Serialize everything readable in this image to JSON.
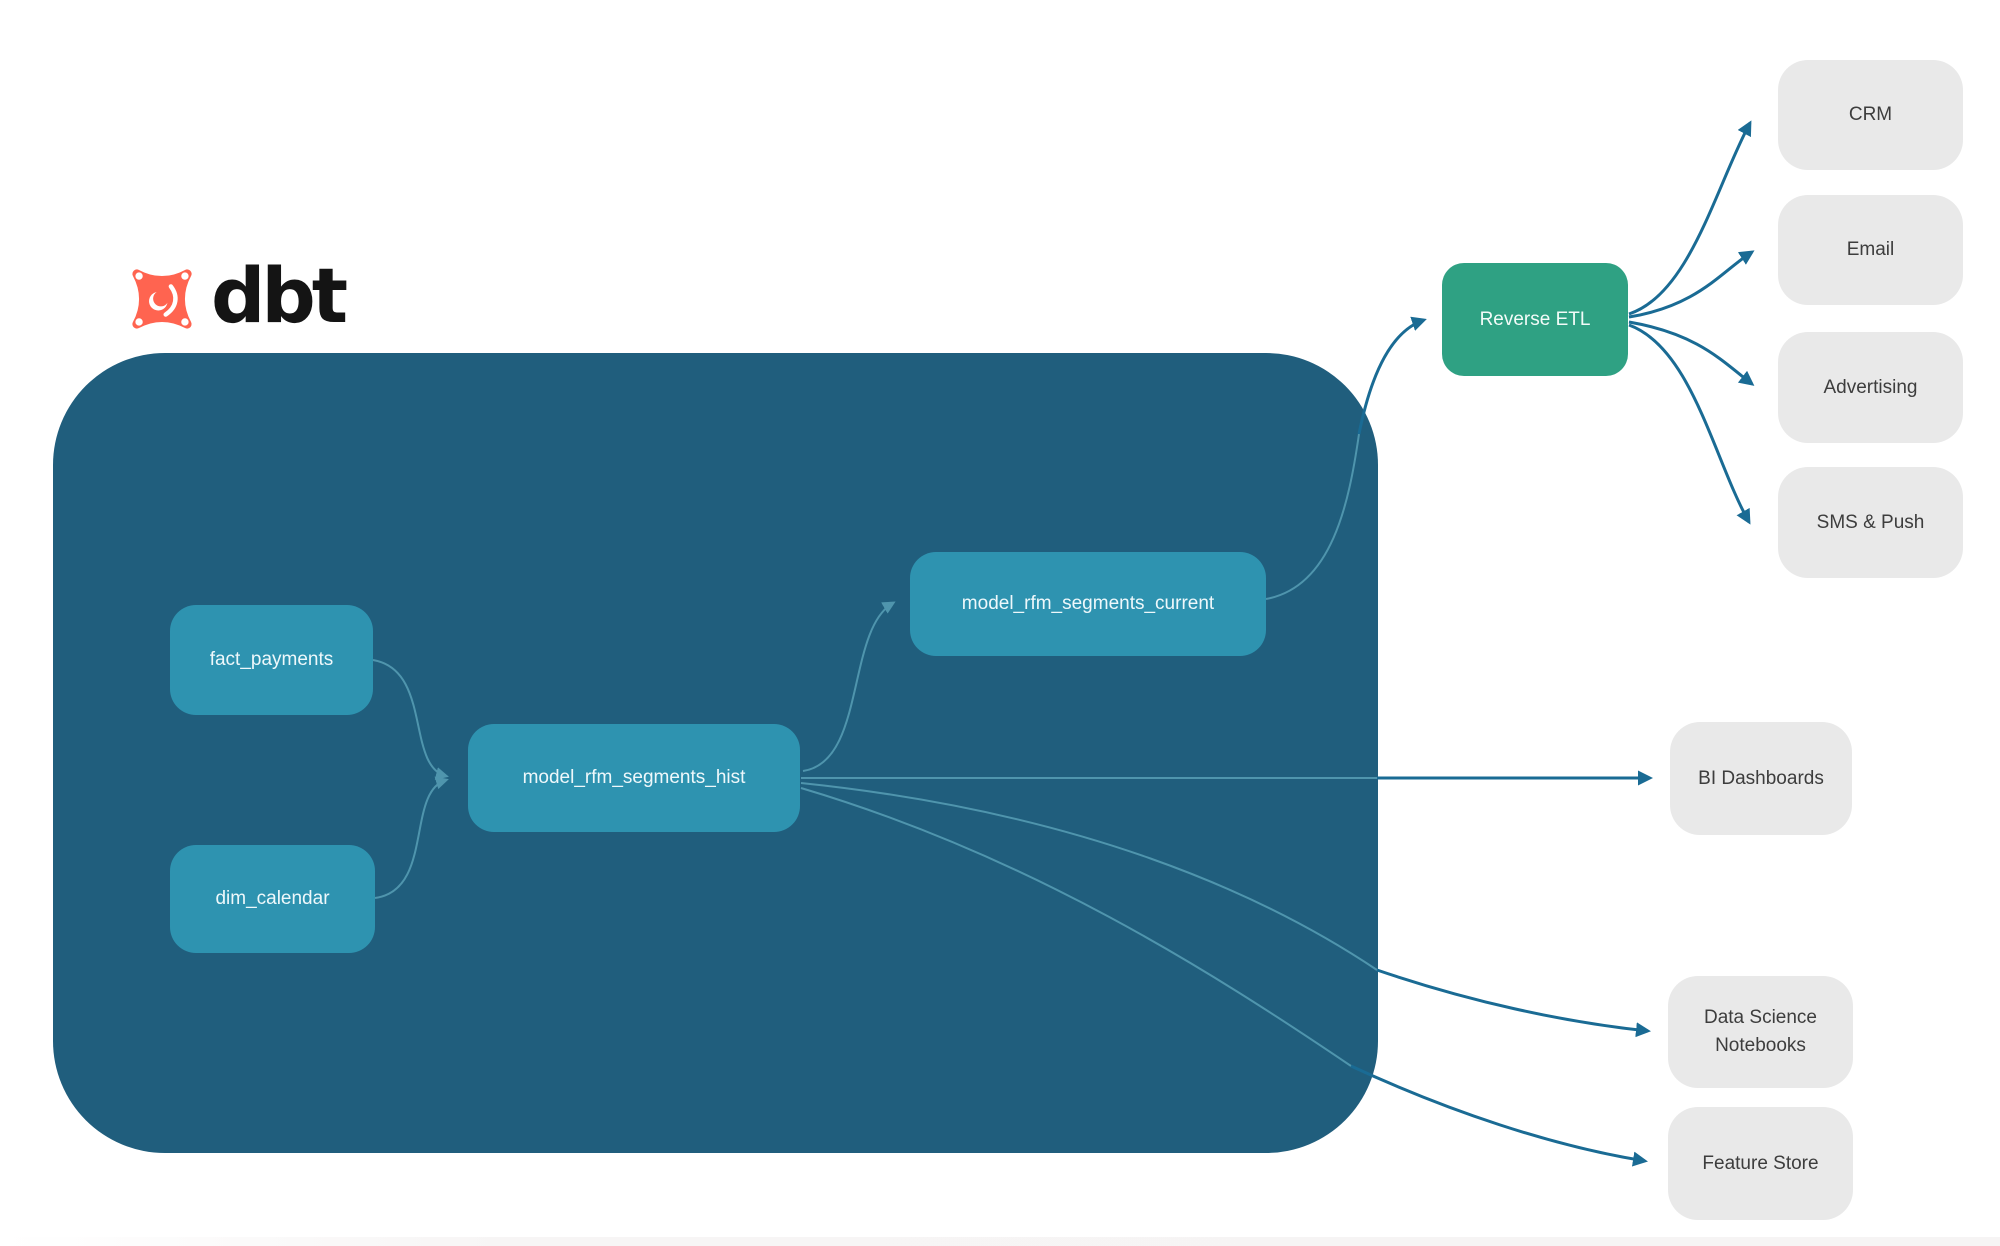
{
  "logo": {
    "wordmark": "dbt"
  },
  "warehouse": {
    "nodes": {
      "fact_payments": {
        "label": "fact_payments"
      },
      "dim_calendar": {
        "label": "dim_calendar"
      },
      "model_rfm_segments_hist": {
        "label": "model_rfm_segments_hist"
      },
      "model_rfm_segments_current": {
        "label": "model_rfm_segments_current"
      }
    }
  },
  "activation": {
    "reverse_etl": {
      "label": "Reverse ETL"
    }
  },
  "destinations": {
    "crm": {
      "label": "CRM"
    },
    "email": {
      "label": "Email"
    },
    "advertising": {
      "label": "Advertising"
    },
    "sms_push": {
      "label": "SMS & Push"
    }
  },
  "outputs": {
    "bi_dashboards": {
      "label": "BI Dashboards"
    },
    "data_science_notebooks": {
      "label": "Data Science Notebooks"
    },
    "feature_store": {
      "label": "Feature Store"
    }
  },
  "colors": {
    "warehouse_container": "#205e7d",
    "model_node": "#2e93b0",
    "reverse_etl_node": "#2fa183",
    "destination_node": "#e9e9e9",
    "edge_inside": "#4f95ad",
    "edge_outside": "#1a6b94",
    "logo_orange": "#ff6450",
    "wordmark_text": "#141414"
  }
}
